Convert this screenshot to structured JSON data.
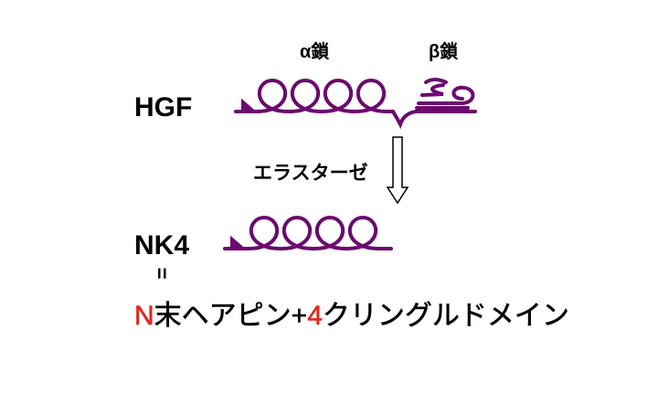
{
  "labels": {
    "alpha_chain": "α鎖",
    "beta_chain": "β鎖",
    "hgf": "HGF",
    "enzyme": "エラスターゼ",
    "nk4": "NK4",
    "equals": "=",
    "definition_n": "N",
    "definition_part1": "末ヘアピン+",
    "definition_4": "4",
    "definition_part2": "クリングルドメイン"
  },
  "colors": {
    "protein": "#6a0a6e",
    "highlight": "#e0281e"
  }
}
